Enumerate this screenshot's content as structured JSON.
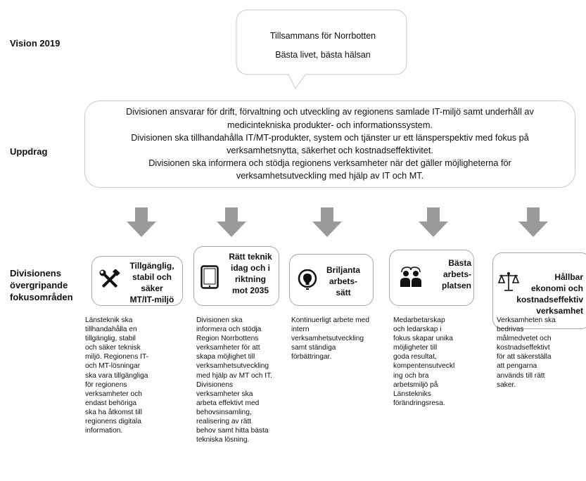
{
  "labels": {
    "vision": "Vision 2019",
    "uppdrag": "Uppdrag",
    "focus": [
      "Divisionens",
      "övergripande",
      "fokusområden"
    ]
  },
  "vision": {
    "line1": "Tillsammans för Norrbotten",
    "line2": "Bästa livet, bästa hälsan"
  },
  "uppdrag": [
    "Divisionen ansvarar för drift, förvaltning och utveckling av regionens samlade IT-miljö samt underhåll av",
    "medicintekniska produkter- och informationssystem.",
    "Divisionen ska tillhandahålla IT/MT-produkter, system och tjänster ur ett länsperspektiv med fokus på",
    "verksamhetsnytta, säkerhet och kostnadseffektivitet.",
    "Divisionen ska informera och stödja regionens verksamheter när det gäller möjligheterna för",
    "verksamhetsutveckling med hjälp av IT och MT."
  ],
  "focus_areas": [
    {
      "icon": "tools-icon",
      "title": [
        "Tillgänglig,",
        "stabil och",
        "säker",
        "MT/IT-miljö"
      ],
      "description": [
        "Länsteknik ska",
        "tillhandahålla en",
        "tillgänglig, stabil",
        "och säker teknisk",
        "miljö. Regionens IT-",
        "och MT-lösningar",
        "ska vara tillgängliga",
        "för regionens",
        "verksamheter och",
        "endast behöriga",
        "ska ha åtkomst till",
        "regionens digitala",
        "information."
      ]
    },
    {
      "icon": "tablet-icon",
      "title": [
        "Rätt teknik",
        "idag och i",
        "riktning",
        "mot 2035"
      ],
      "description": [
        "Divisionen ska",
        "informera och stödja",
        "Region Norrbottens",
        "verksamheter för att",
        "skapa möjlighet till",
        "verksamhetsutveckling",
        "med hjälp av MT och IT.",
        "Divisionens",
        "verksamheter ska",
        "arbeta effektivt med",
        "behovsinsamling,",
        "realisering av rätt",
        "behov samt hitta bästa",
        "tekniska lösning."
      ]
    },
    {
      "icon": "lightbulb-icon",
      "title": [
        "Briljanta",
        "arbets-",
        "sätt"
      ],
      "description": [
        "Kontinuerligt arbete med",
        "intern",
        "verksamhetsutveckling",
        "samt ständiga",
        "förbättringar."
      ]
    },
    {
      "icon": "people-icon",
      "title": [
        "Bästa",
        "arbets-",
        "platsen"
      ],
      "description": [
        "Medarbetarskap",
        "och ledarskap i",
        "fokus skapar unika",
        "möjligheter till",
        "goda resultat,",
        "kompentensutveckl",
        "ing och bra",
        "arbetsmiljö på",
        "Länstekniks",
        "förändringsresa."
      ]
    },
    {
      "icon": "scales-icon",
      "title": [
        "Hållbar",
        "ekonomi och",
        "kostnadseffektiv",
        "verksamhet"
      ],
      "description": [
        "Verksamheten ska",
        "bedrivas",
        "målmedvetet och",
        "kostnadseffektivt",
        "för att säkerställa",
        "att pengarna",
        "används till rätt",
        "saker."
      ]
    }
  ],
  "colors": {
    "arrow": "#9a9a9a",
    "border": "#a9a9a9",
    "icon": "#111111"
  }
}
